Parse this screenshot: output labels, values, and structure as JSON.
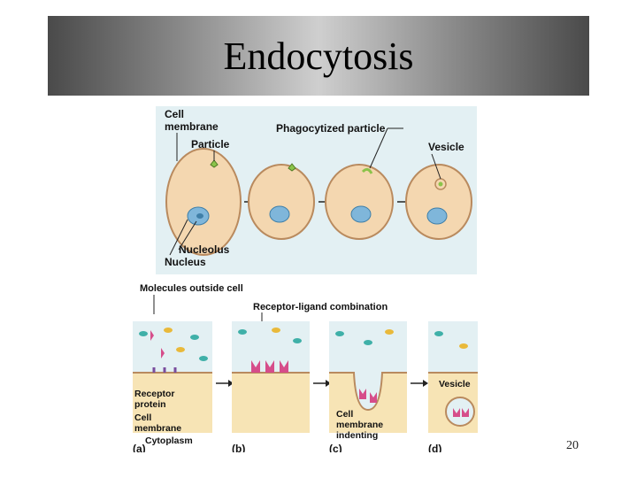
{
  "slide": {
    "title": "Endocytosis",
    "page_number": "20"
  },
  "phagocytosis": {
    "label_cell_membrane_1": "Cell",
    "label_cell_membrane_2": "membrane",
    "label_particle": "Particle",
    "label_phagocytized": "Phagocytized particle",
    "label_vesicle": "Vesicle",
    "label_nucleolus": "Nucleolus",
    "label_nucleus": "Nucleus"
  },
  "receptor_mediated": {
    "label_molecules": "Molecules outside cell",
    "label_receptor_ligand": "Receptor-ligand combination",
    "label_receptor_1": "Receptor",
    "label_receptor_2": "protein",
    "label_membrane_1": "Cell",
    "label_membrane_2": "membrane",
    "label_cytoplasm": "Cytoplasm",
    "label_indent_1": "Cell",
    "label_indent_2": "membrane",
    "label_indent_3": "indenting",
    "label_vesicle": "Vesicle",
    "panels": [
      "(a)",
      "(b)",
      "(c)",
      "(d)"
    ]
  },
  "colors": {
    "cell_fill": "#f4d7b0",
    "cell_stroke": "#b98a5e",
    "nucleus": "#7fb6da",
    "panel_bg": "#e3f0f3",
    "cytoplasm": "#f7e4b5",
    "receptor": "#d64d8a",
    "molecule_teal": "#3fb0a8",
    "molecule_yellow": "#e9b93a"
  }
}
